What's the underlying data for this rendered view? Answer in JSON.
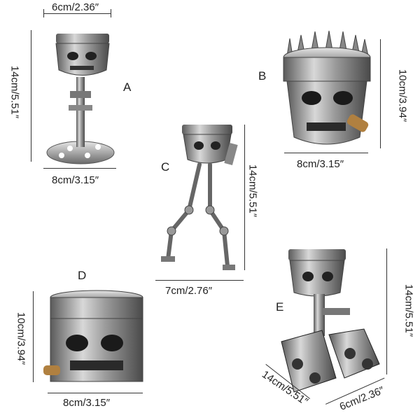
{
  "items": [
    {
      "letter": "A",
      "width": "6cm/2.36″",
      "height": "14cm/5.51″",
      "base": "8cm/3.15″"
    },
    {
      "letter": "B",
      "height": "10cm/3.94″",
      "width": "8cm/3.15″"
    },
    {
      "letter": "C",
      "height": "14cm/5.51″",
      "width": "7cm/2.76″"
    },
    {
      "letter": "D",
      "height": "10cm/3.94″",
      "width": "8cm/3.15″"
    },
    {
      "letter": "E",
      "height": "14cm/5.51″",
      "length": "14cm/5.51″",
      "width": "6cm/2.36″"
    }
  ],
  "colors": {
    "metal": "#9a9a9a",
    "metal_dark": "#4a4a4a",
    "metal_light": "#d9d9d9"
  }
}
